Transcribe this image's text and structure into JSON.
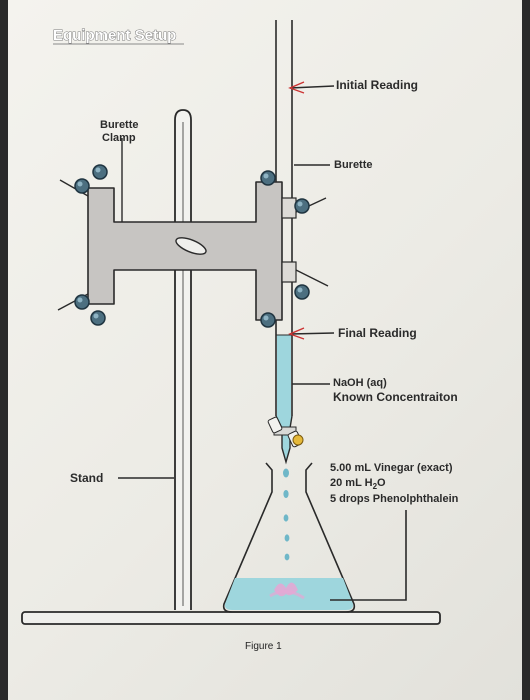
{
  "title": "Equipment Setup",
  "caption": "Figure 1",
  "labels": {
    "initial_reading": "Initial Reading",
    "burette": "Burette",
    "burette_clamp_line1": "Burette",
    "burette_clamp_line2": "Clamp",
    "final_reading": "Final Reading",
    "naoh_line1": "NaOH (aq)",
    "naoh_line2": "Known Concentraiton",
    "stand": "Stand",
    "flask_line1": "5.00 mL Vinegar (exact)",
    "flask_line2_prefix": "20 mL H",
    "flask_line2_sub": "2",
    "flask_line2_suffix": "O",
    "flask_line3": "5 drops Phenolphthalein"
  },
  "colors": {
    "solution": "#9ed6dd",
    "clamp_body": "#c7c5c2",
    "knob": "#4c6f80",
    "indicator_pink": "#e6a6d4",
    "arrow_red": "#cc3333"
  }
}
